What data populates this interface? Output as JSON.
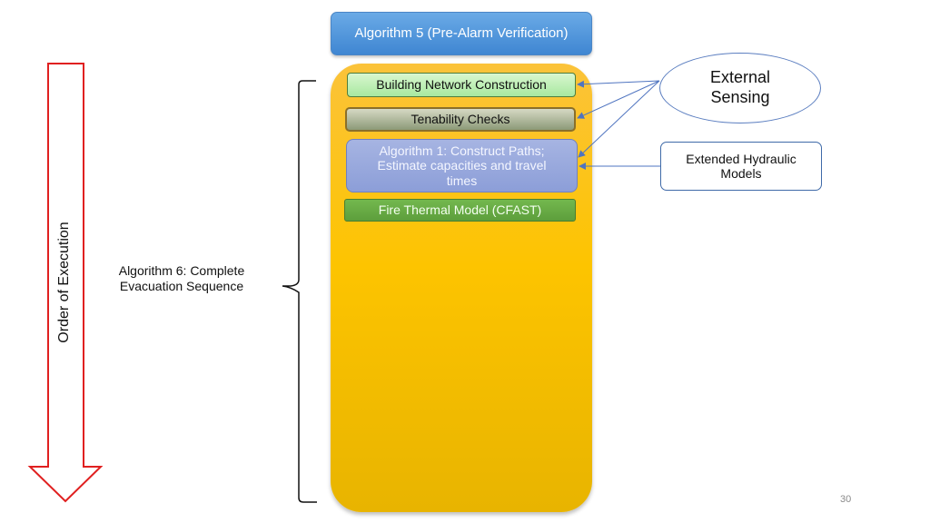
{
  "diagram": {
    "top_box": {
      "label": "Algorithm 5 (Pre-Alarm Verification)",
      "color": "#4a8fd8"
    },
    "container": {
      "color": "#fdc400"
    },
    "steps": [
      {
        "id": "bnc",
        "label": "Building Network Construction",
        "color": "#b6eeb0"
      },
      {
        "id": "tenab",
        "label": "Tenability Checks",
        "color": "#a4ae90"
      },
      {
        "id": "algo1",
        "label": "Algorithm 1: Construct Paths; Estimate capacities and travel times",
        "color": "#98a9dd"
      },
      {
        "id": "cfast",
        "label": "Fire Thermal Model (CFAST)",
        "color": "#66aa45"
      }
    ],
    "external_sensing": {
      "label_line1": "External",
      "label_line2": "Sensing"
    },
    "hydraulic": {
      "label_line1": "Extended Hydraulic",
      "label_line2": "Models"
    },
    "algo6": {
      "label_line1": "Algorithm 6: Complete",
      "label_line2": "Evacuation Sequence"
    },
    "order_arrow": {
      "label": "Order of Execution",
      "color": "#e02020"
    },
    "connector_color": "#4f74c0"
  },
  "page_number": "30"
}
